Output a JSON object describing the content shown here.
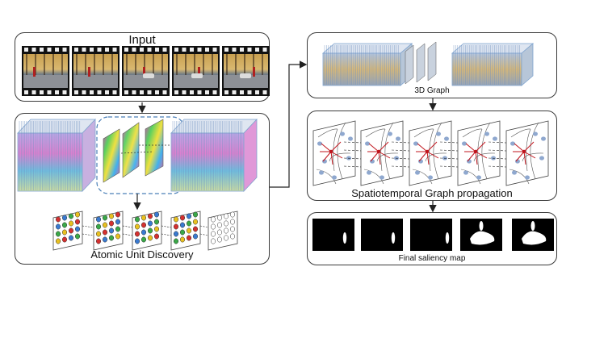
{
  "panels": {
    "input": {
      "title": "Input",
      "frame_count": 5
    },
    "atomic": {
      "title": "Atomic Unit Discovery"
    },
    "graph3d": {
      "title": "3D Graph"
    },
    "propagation": {
      "title": "Spatiotemporal Graph propagation",
      "frame_count": 5
    },
    "saliency": {
      "title": "Final saliency map",
      "frame_count": 5
    }
  },
  "colors": {
    "border": "#3a3a3a",
    "arrow": "#222222",
    "dashed_region": "#4a7fb8",
    "graph_node": "#8fa8cf",
    "graph_edge_center": "#c0141c",
    "cube_line": "#7fa4cf"
  }
}
